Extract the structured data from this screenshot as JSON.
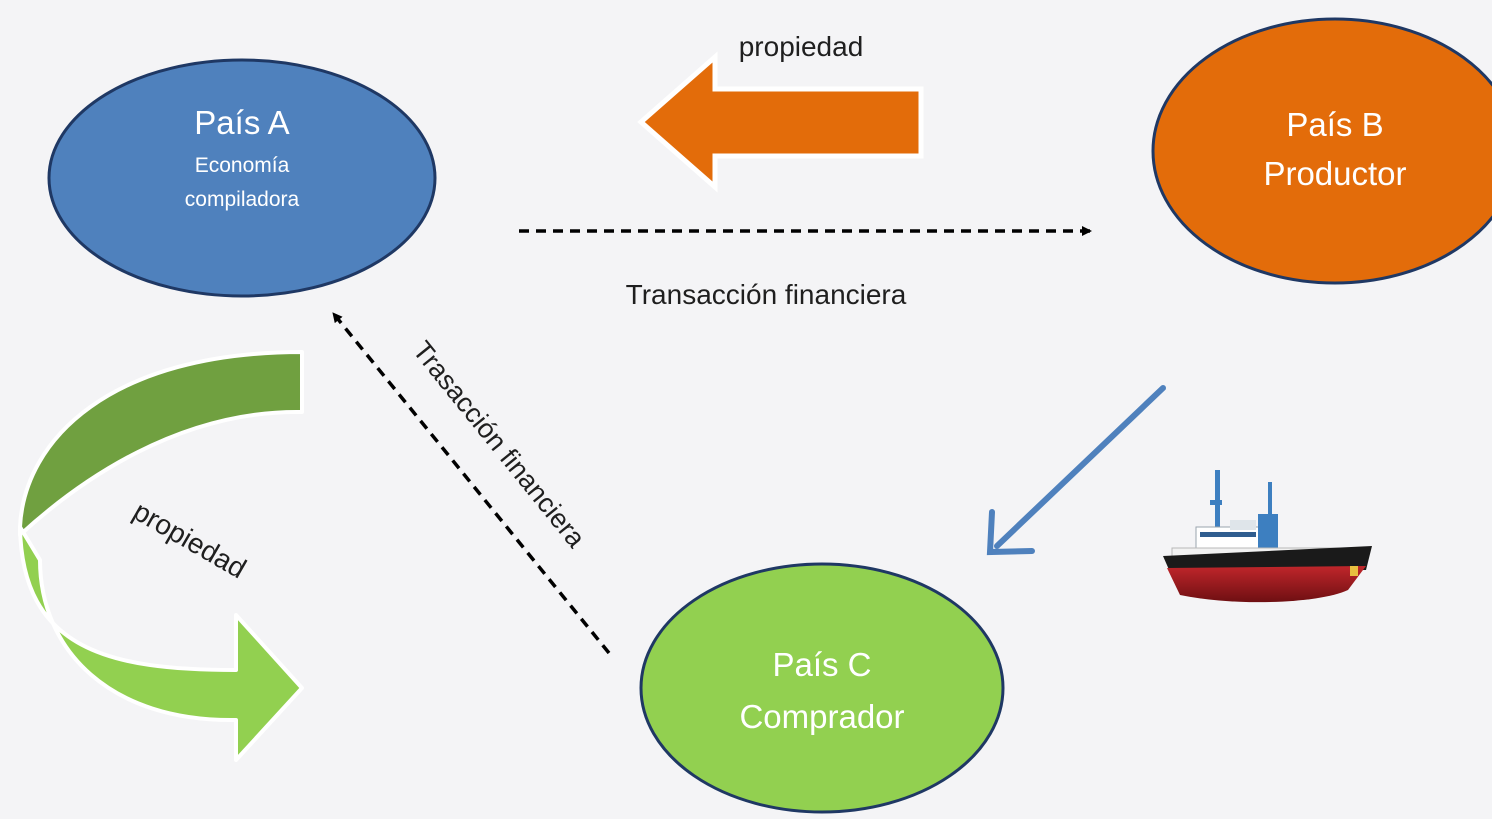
{
  "nodes": {
    "a": {
      "title": "País A",
      "subtitle_line1": "Economía",
      "subtitle_line2": "compiladora",
      "color": "#4f81bd"
    },
    "b": {
      "title": "País B",
      "subtitle": "Productor",
      "color": "#e36c0a"
    },
    "c": {
      "title": "País C",
      "subtitle": "Comprador",
      "color": "#92d050"
    }
  },
  "edges": {
    "b_to_a_label": "propiedad",
    "a_to_b_label": "Transacción financiera",
    "c_to_a_label": "Trasacción financiera",
    "curved_label": "propiedad"
  },
  "colors": {
    "outline": "#1f3864",
    "orange_arrow": "#e36c0a",
    "green_dark": "#70a040",
    "green_light": "#92d050",
    "blue_arrow": "#4f81bd",
    "background": "#f4f4f6"
  },
  "image": {
    "icon": "ship-icon"
  }
}
